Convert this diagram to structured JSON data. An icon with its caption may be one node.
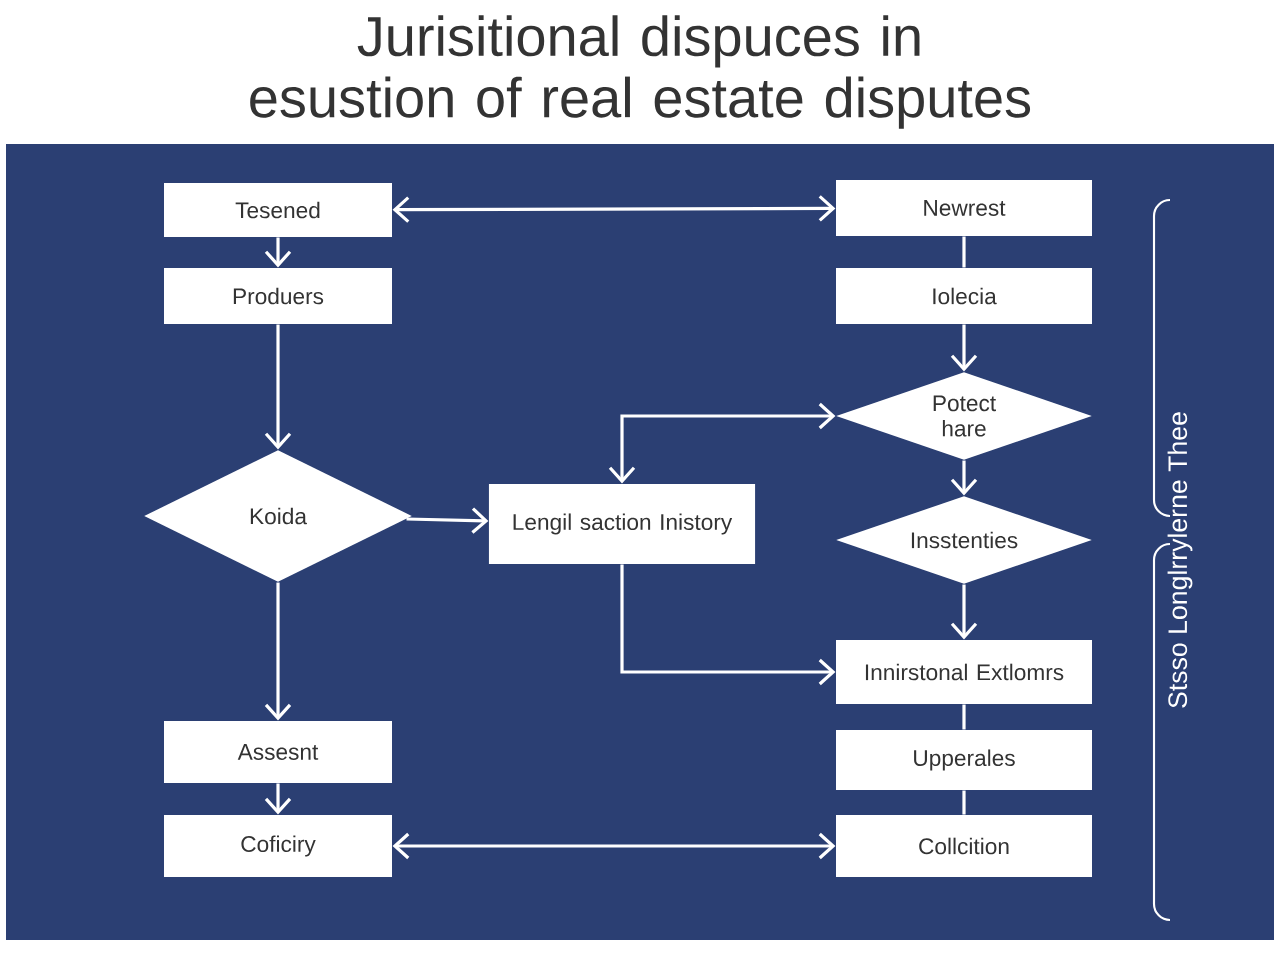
{
  "diagram": {
    "title": "Jurisitional dispuces in esustion of real estate disputes",
    "nodes": [
      {
        "text": [
          "Tesened"
        ]
      },
      {
        "text": [
          "Produers"
        ]
      },
      {
        "text": [
          "Koida"
        ]
      },
      {
        "text": [
          "Lengil saction Inistory"
        ]
      },
      {
        "text": [
          "Assesnt"
        ]
      },
      {
        "text": [
          "Coficiry"
        ]
      },
      {
        "text": [
          "Newrest"
        ]
      },
      {
        "text": [
          "Iolecia"
        ]
      },
      {
        "text": [
          "Potect hare"
        ]
      },
      {
        "text": [
          "Insstenties"
        ]
      },
      {
        "text": [
          "Innirstonal Extlomrs"
        ]
      },
      {
        "text": [
          "Upperales"
        ]
      },
      {
        "text": [
          "Collcition"
        ]
      }
    ],
    "edges": [
      {
        "from": 0,
        "to": 6,
        "arrow": "both"
      },
      {
        "from": 0,
        "to": 1,
        "arrow": "to"
      },
      {
        "from": 1,
        "to": 2,
        "arrow": "to"
      },
      {
        "from": 2,
        "to": 3,
        "arrow": "to"
      },
      {
        "from": 2,
        "to": 4,
        "arrow": "to"
      },
      {
        "from": 4,
        "to": 5,
        "arrow": "to"
      },
      {
        "from": 5,
        "to": 12,
        "arrow": "both"
      },
      {
        "from": 6,
        "to": 7,
        "arrow": "none"
      },
      {
        "from": 7,
        "to": 8,
        "arrow": "to"
      },
      {
        "from": 3,
        "to": 8,
        "arrow": "both"
      },
      {
        "from": 8,
        "to": 9,
        "arrow": "to"
      },
      {
        "from": 9,
        "to": 10,
        "arrow": "to"
      },
      {
        "from": 3,
        "to": 10,
        "arrow": "to"
      },
      {
        "from": 10,
        "to": 11,
        "arrow": "none"
      },
      {
        "from": 11,
        "to": 12,
        "arrow": "none"
      }
    ],
    "labels": [
      "Stsso Longlrrylerne Thee"
    ]
  }
}
